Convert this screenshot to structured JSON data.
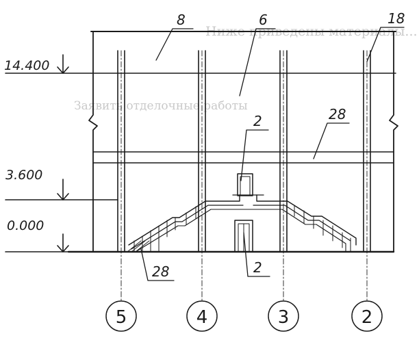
{
  "background_text": {
    "line1": "Ниже приведены материалы...",
    "line2": "Заявить отделочные работы"
  },
  "elevations": {
    "top": "14.400",
    "middle": "3.600",
    "ground": "0.000"
  },
  "callouts": {
    "roof": "8",
    "wall": "6",
    "column": "18",
    "floor_beam": "28",
    "stair_door": "2",
    "entry_door": "2",
    "stair": "28"
  },
  "axes": {
    "a5": "5",
    "a4": "4",
    "a3": "3",
    "a2": "2"
  }
}
